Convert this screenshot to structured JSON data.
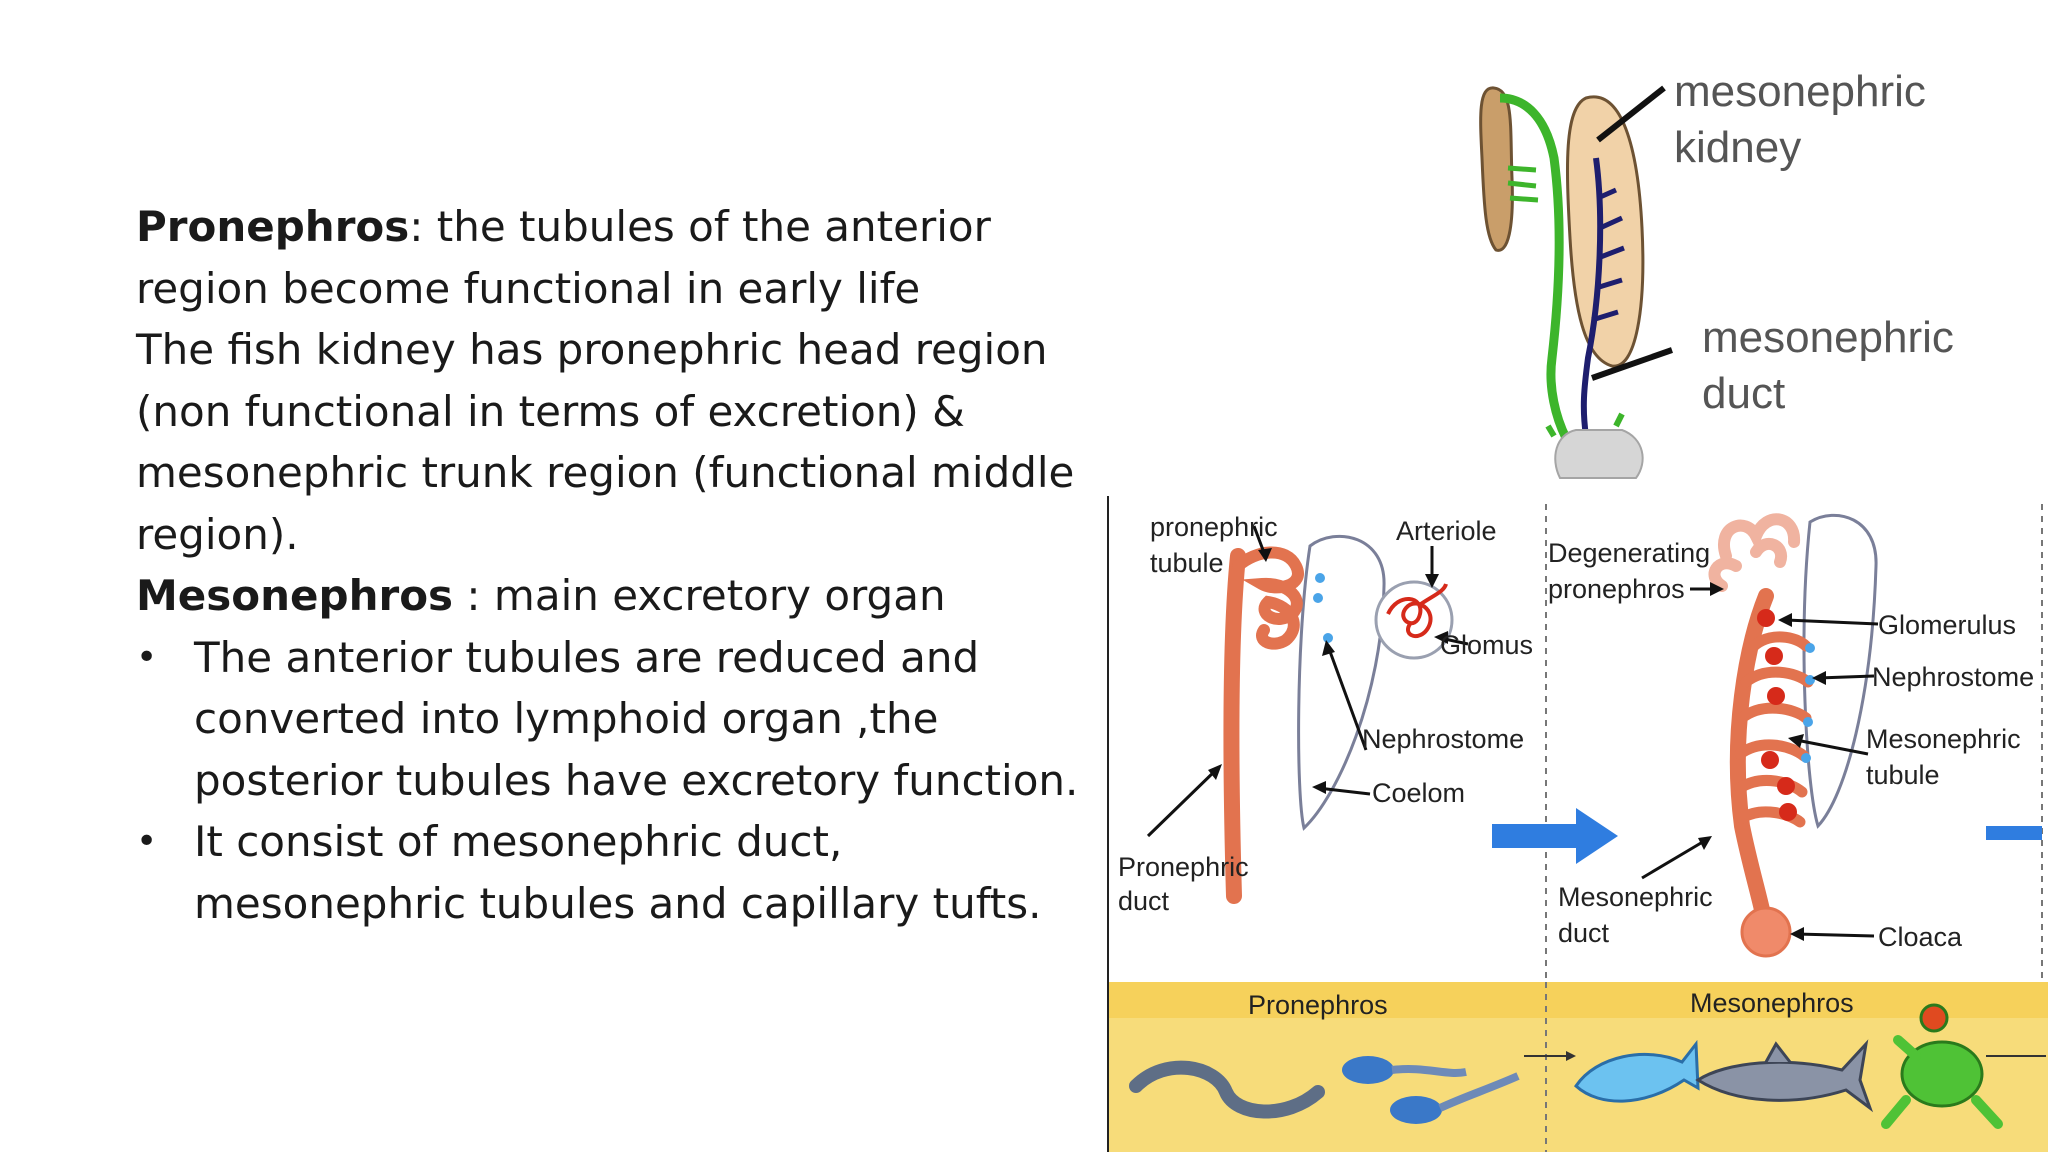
{
  "slide": {
    "p1_bold": "Pronephros",
    "p1_text": ": the tubules of the anterior region become functional in early life",
    "p2_text": "The fish kidney has pronephric head region (non functional in terms of excretion) & mesonephric trunk region (functional middle region).",
    "p3_bold": "Mesonephros",
    "p3_text": " : main excretory organ",
    "bullet_char": "•",
    "bullets": [
      "The anterior tubules are reduced and converted into lymphoid organ ,the posterior tubules have excretory function.",
      "It consist of mesonephric duct, mesonephric tubules and capillary tufts."
    ]
  },
  "kidney_figure": {
    "label_kidney_line1": "mesonephric",
    "label_kidney_line2": "kidney",
    "label_duct_line1": "mesonephric",
    "label_duct_line2": "duct"
  },
  "development_figure": {
    "pronephros_labels": {
      "tubule_line1": "pronephric",
      "tubule_line2": "tubule",
      "arteriole": "Arteriole",
      "glomus": "Glomus",
      "nephrostome": "Nephrostome",
      "coelom": "Coelom",
      "duct_line1": "Pronephric",
      "duct_line2": "duct"
    },
    "mesonephros_labels": {
      "degenerating_line1": "Degenerating",
      "degenerating_line2": "pronephros",
      "glomerulus": "Glomerulus",
      "nephrostome": "Nephrostome",
      "tubule_line1": "Mesonephric",
      "tubule_line2": "tubule",
      "duct_line1": "Mesonephric",
      "duct_line2": "duct",
      "cloaca": "Cloaca"
    },
    "band_labels": {
      "pronephros": "Pronephros",
      "mesonephros": "Mesonephros"
    },
    "colors": {
      "tubule": "#e2734f",
      "blue_arrow": "#2f7de0",
      "band": "#f7dc7a",
      "kidney_green": "#3db52b",
      "kidney_body": "#f1d2a8"
    }
  }
}
